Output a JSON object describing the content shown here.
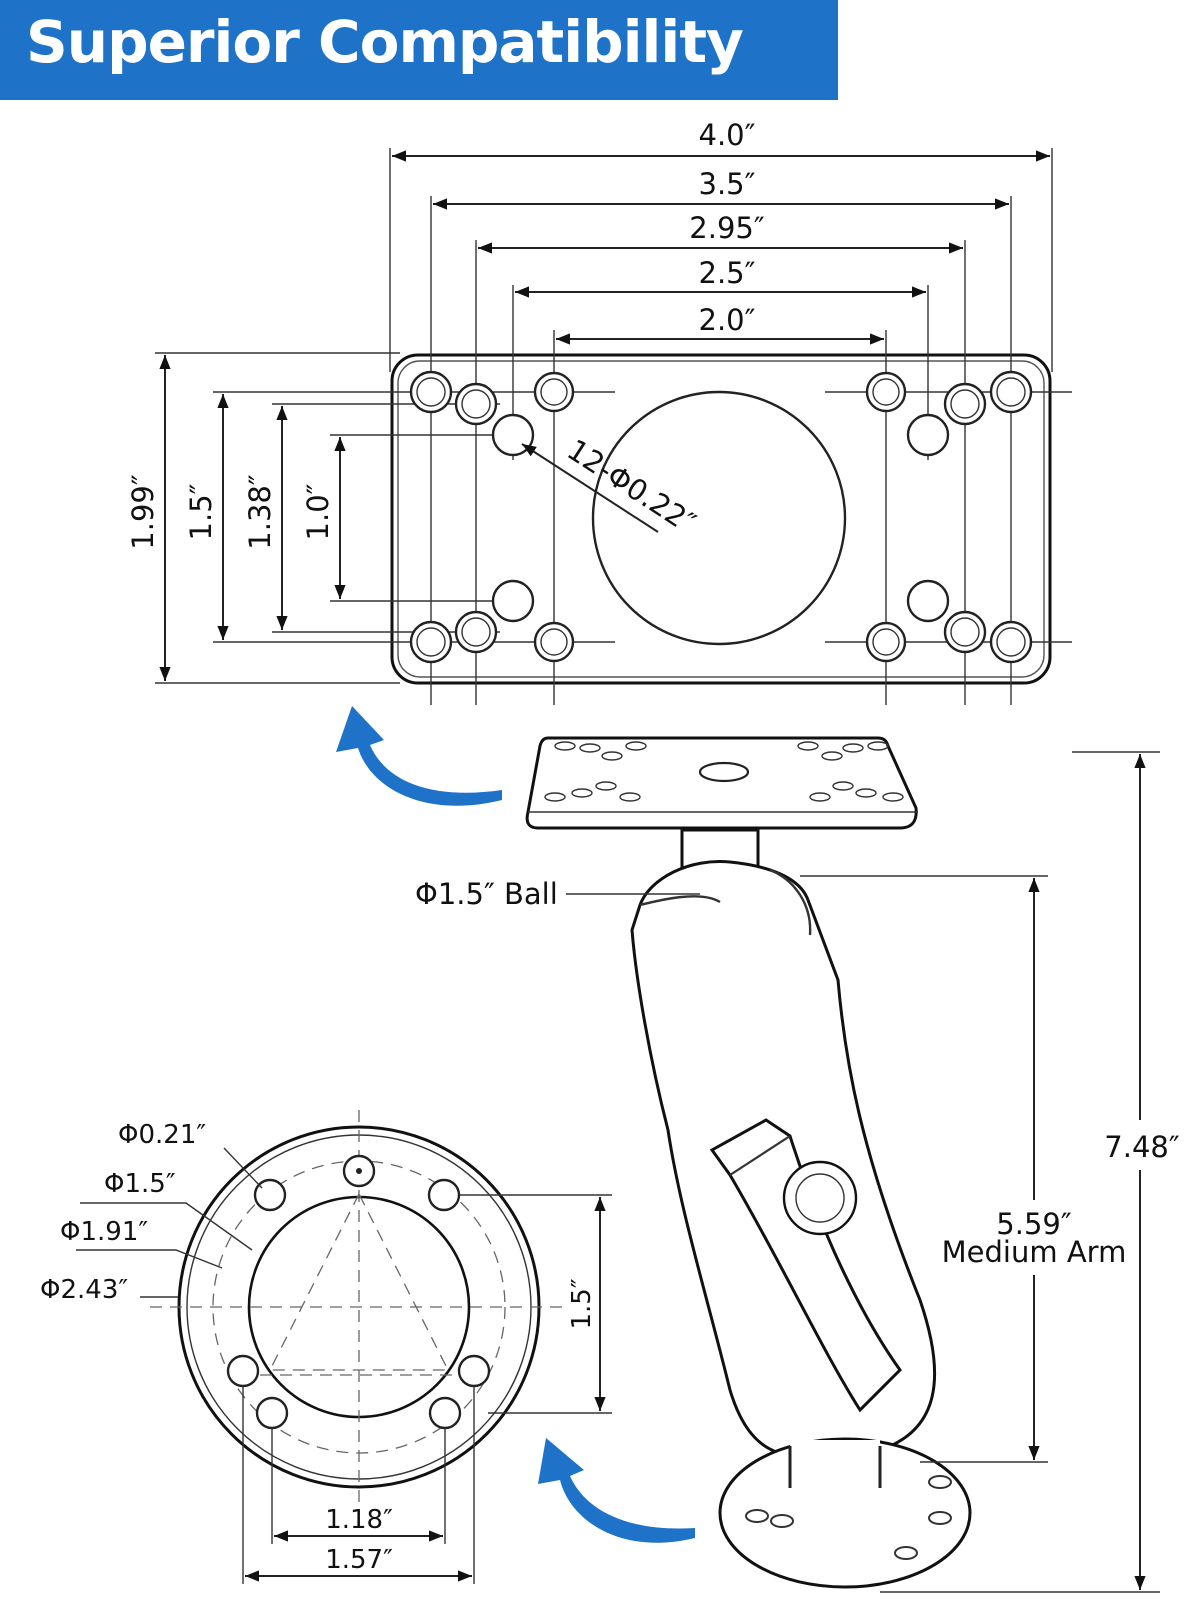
{
  "header": {
    "title": "Superior Compatibility"
  },
  "plate_dims": {
    "width_labels": [
      "4.0″",
      "3.5″",
      "2.95″",
      "2.5″",
      "2.0″"
    ],
    "height_labels": [
      "1.99″",
      "1.5″",
      "1.38″",
      "1.0″"
    ],
    "hole_label": "12-Φ0.22″"
  },
  "mount_dims": {
    "ball_label": "Φ1.5″ Ball",
    "total_height": "7.48″",
    "arm_length": "5.59″",
    "arm_name": "Medium Arm"
  },
  "base_dims": {
    "hole_dia": "Φ0.21″",
    "dia_1": "Φ1.5″",
    "dia_2": "Φ1.91″",
    "dia_3": "Φ2.43″",
    "vertical": "1.5″",
    "spacing_1": "1.18″",
    "spacing_2": "1.57″"
  },
  "colors": {
    "accent": "#1e73c8"
  }
}
